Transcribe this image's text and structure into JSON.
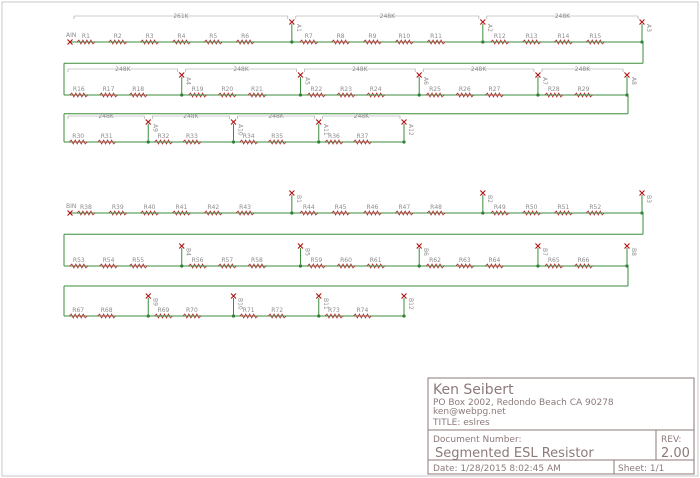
{
  "schematic": {
    "wire_color": "#3c8c3c",
    "resistor_color": "#b03030",
    "label_color": "#8c8c8c",
    "junction_color": "#2e7d32",
    "marker_color": "#b01010",
    "top": {
      "input": "AIN",
      "rows": [
        {
          "items": [
            "R1",
            "R2",
            "R3",
            "R4",
            "R5",
            "R6",
            "|A1",
            "R7",
            "R8",
            "R9",
            "R10",
            "R11",
            "|A2",
            "R12",
            "R13",
            "R14",
            "R15",
            "|A3"
          ]
        },
        {
          "items": [
            "R16",
            "R17",
            "R18",
            "|A4",
            "R19",
            "R20",
            "R21",
            "|A5",
            "R22",
            "R23",
            "R24",
            "|A6",
            "R25",
            "R26",
            "R27",
            "|A7",
            "R28",
            "R29",
            "|A8"
          ]
        },
        {
          "items": [
            "R30",
            "R31",
            "|A9",
            "R32",
            "R33",
            "|A10",
            "R34",
            "R35",
            "|A11",
            "R36",
            "R37",
            "|A12"
          ]
        }
      ],
      "group_labels": [
        "261K",
        "248K",
        "248K",
        "248K",
        "248K",
        "248K",
        "248K",
        "248K",
        "248K",
        "248K",
        "248K",
        "248K"
      ]
    },
    "bottom": {
      "input": "BIN",
      "rows": [
        {
          "items": [
            "R38",
            "R39",
            "R40",
            "R41",
            "R42",
            "R43",
            "|B1",
            "R44",
            "R45",
            "R46",
            "R47",
            "R48",
            "|B2",
            "R49",
            "R50",
            "R51",
            "R52",
            "|B3"
          ]
        },
        {
          "items": [
            "R53",
            "R54",
            "R55",
            "|B4",
            "R56",
            "R57",
            "R58",
            "|B5",
            "R59",
            "R60",
            "R61",
            "|B6",
            "R62",
            "R63",
            "R64",
            "|B7",
            "R65",
            "R66",
            "|B8"
          ]
        },
        {
          "items": [
            "R67",
            "R68",
            "|B9",
            "R69",
            "R70",
            "|B10",
            "R71",
            "R72",
            "|B11",
            "R73",
            "R74",
            "|B12"
          ]
        }
      ]
    }
  },
  "title_block": {
    "author": "Ken Seibert",
    "address": "PO Box 2002, Redondo Beach CA 90278",
    "email": "ken@webpg.net",
    "title": "TITLE:  eslres",
    "doc_number_label": "Document Number:",
    "doc_number": "Segmented ESL Resistor",
    "rev_label": "REV:",
    "rev": "2.00",
    "date": "Date: 1/28/2015 8:02:45 AM",
    "sheet": "Sheet: 1/1"
  }
}
